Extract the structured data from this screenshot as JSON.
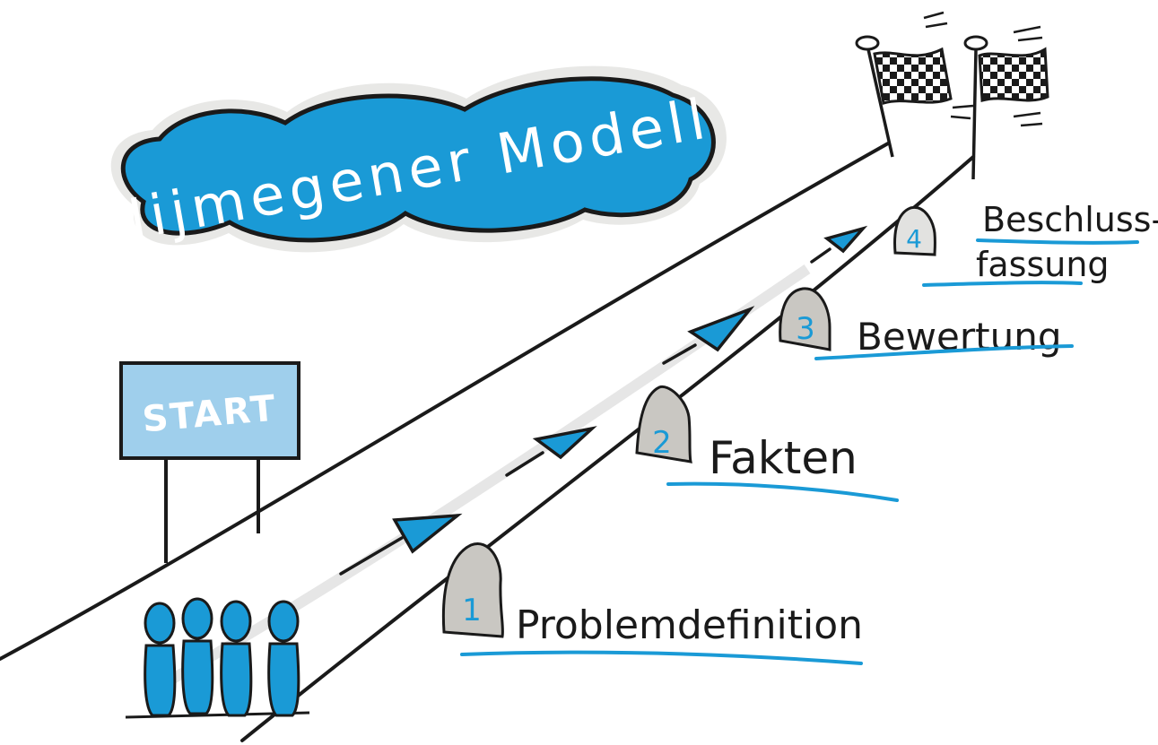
{
  "title": "Nijmegener Modell",
  "start_sign": "START",
  "steps": [
    {
      "number": "1",
      "label": "Problemdefinition"
    },
    {
      "number": "2",
      "label": "Fakten"
    },
    {
      "number": "3",
      "label": "Bewertung"
    },
    {
      "number": "4",
      "label_line1": "Beschluss-",
      "label_line2": "fassung"
    }
  ],
  "colors": {
    "accent_blue": "#1a9ad6",
    "stone_grey": "#c9c7c2",
    "sign_blue": "#9fcfec",
    "ink": "#1a1a1a"
  }
}
